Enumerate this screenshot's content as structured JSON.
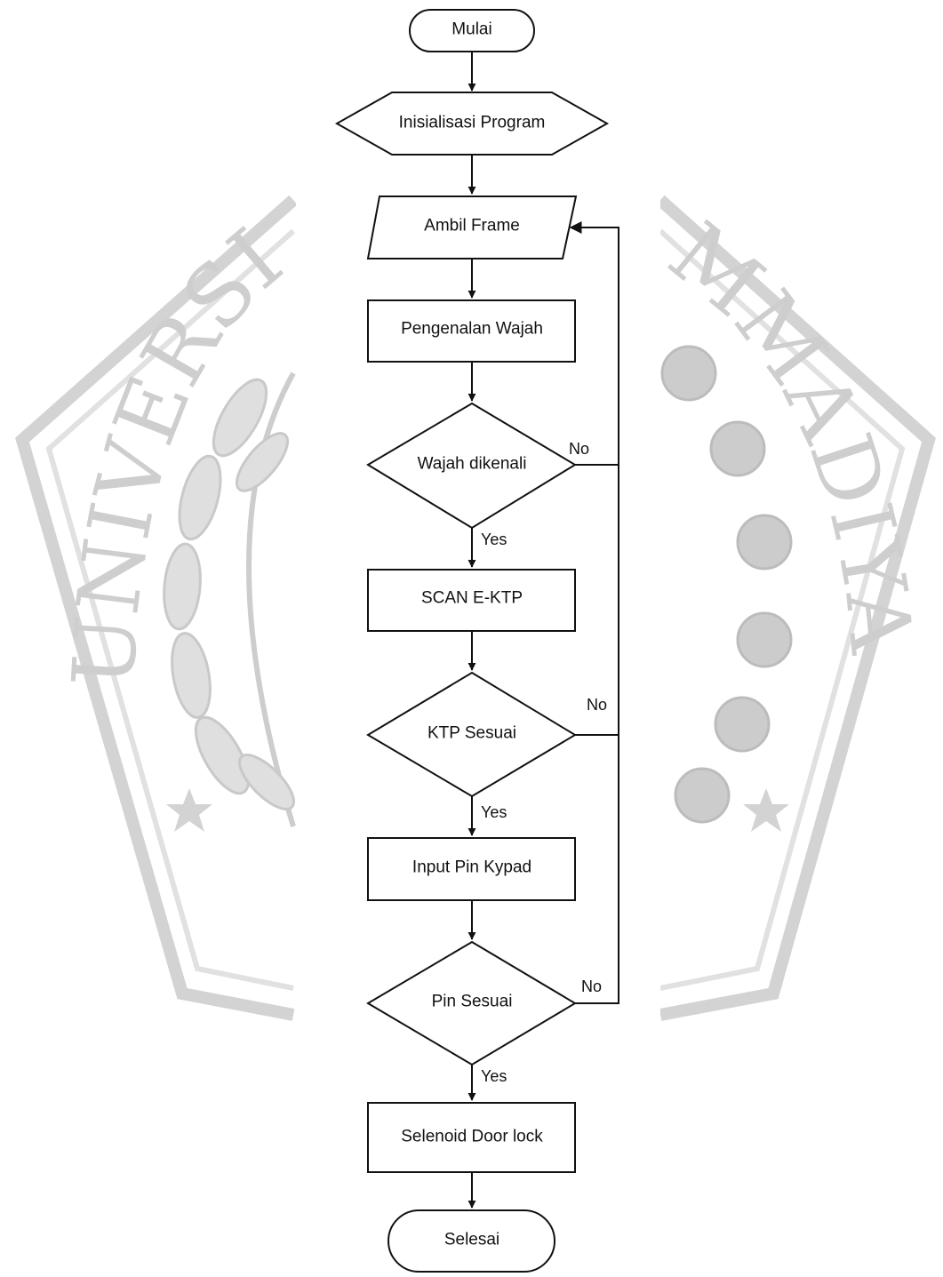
{
  "colors": {
    "stroke": "#111111",
    "text": "#111111",
    "watermark": "#c9c9c9",
    "background": "#ffffff"
  },
  "watermark": {
    "left_text": "UNIVERSITA",
    "right_text": "MMADIYAH"
  },
  "nodes": {
    "start": "Mulai",
    "init": "Inisialisasi Program",
    "frame": "Ambil Frame",
    "face": "Pengenalan Wajah",
    "face_check": "Wajah dikenali",
    "scan": "SCAN E-KTP",
    "ktp_check": "KTP Sesuai",
    "pin_input": "Input Pin Kypad",
    "pin_check": "Pin Sesuai",
    "lock": "Selenoid Door lock",
    "end": "Selesai"
  },
  "edges": {
    "face_yes": "Yes",
    "face_no": "No",
    "ktp_yes": "Yes",
    "ktp_no": "No",
    "pin_yes": "Yes",
    "pin_no": "No"
  }
}
